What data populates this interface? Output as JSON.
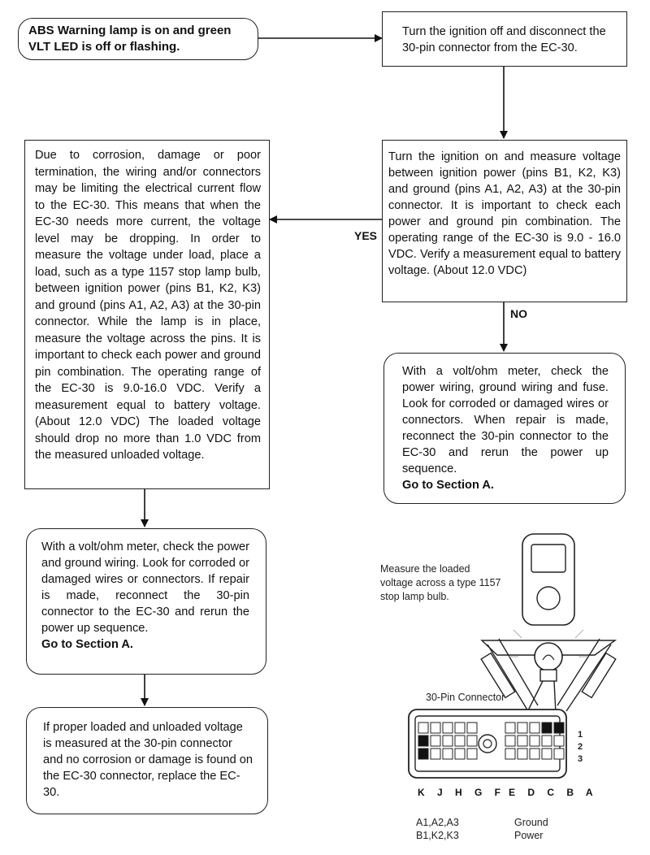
{
  "start_box": {
    "text": "ABS Warning lamp is on and green VLT LED is off or flashing."
  },
  "step_disconnect": {
    "text": "Turn the ignition off and disconnect the 30-pin connector from the EC-30."
  },
  "step_measure": {
    "text": "Turn the ignition on and measure voltage between ignition power (pins B1, K2, K3) and ground (pins A1, A2, A3) at the 30-pin connector.  It is important to check each power and ground pin combination.  The operating range of the EC-30 is 9.0 - 16.0 VDC.  Verify a measurement equal to battery voltage.  (About 12.0 VDC)"
  },
  "yes_label": "YES",
  "no_label": "NO",
  "step_corrosion": {
    "text": "Due to corrosion, damage or poor termination, the wiring and/or connectors may be limiting the electrical current flow to the EC-30. This means that when the EC-30 needs more current, the voltage level may be dropping.  In order to measure the voltage under load, place a load, such as a type 1157 stop lamp bulb, between ignition power (pins B1, K2, K3) and ground (pins A1, A2, A3) at the 30-pin connector.  While the lamp is in place, measure the voltage across the pins.  It is important to check each power and ground pin combination.  The operating range of the EC-30 is 9.0-16.0 VDC.  Verify a measurement equal to battery voltage. (About 12.0 VDC)  The loaded voltage should drop no more than 1.0 VDC from the measured unloaded voltage."
  },
  "step_check_wiring_no": {
    "text": "With a volt/ohm meter, check the power wiring, ground wiring and fuse. Look for corroded or damaged wires or connectors.  When repair is made, reconnect the 30-pin connector to the EC-30 and rerun the power up sequence.",
    "goto": "Go to Section A."
  },
  "step_check_wiring_yes": {
    "text": "With a volt/ohm meter, check the power and ground wiring.  Look for corroded or damaged wires or connectors.  If repair is made, reconnect the 30-pin connector to the EC-30 and rerun the power up sequence.",
    "goto": "Go to Section A."
  },
  "step_replace": {
    "text": "If proper loaded and unloaded voltage is measured at the 30-pin connector and no corrosion or damage is found on the EC-30 connector, replace the EC-30."
  },
  "illustration": {
    "caption": "Measure the loaded voltage across a type 1157 stop lamp bulb.",
    "connector_title": "30-Pin Connector",
    "left_letters": "K J H G F",
    "right_letters": "E D C B A",
    "row_numbers": [
      "1",
      "2",
      "3"
    ],
    "legend": [
      {
        "pins": "A1,A2,A3",
        "role": "Ground"
      },
      {
        "pins": "B1,K2,K3",
        "role": "Power"
      }
    ]
  }
}
